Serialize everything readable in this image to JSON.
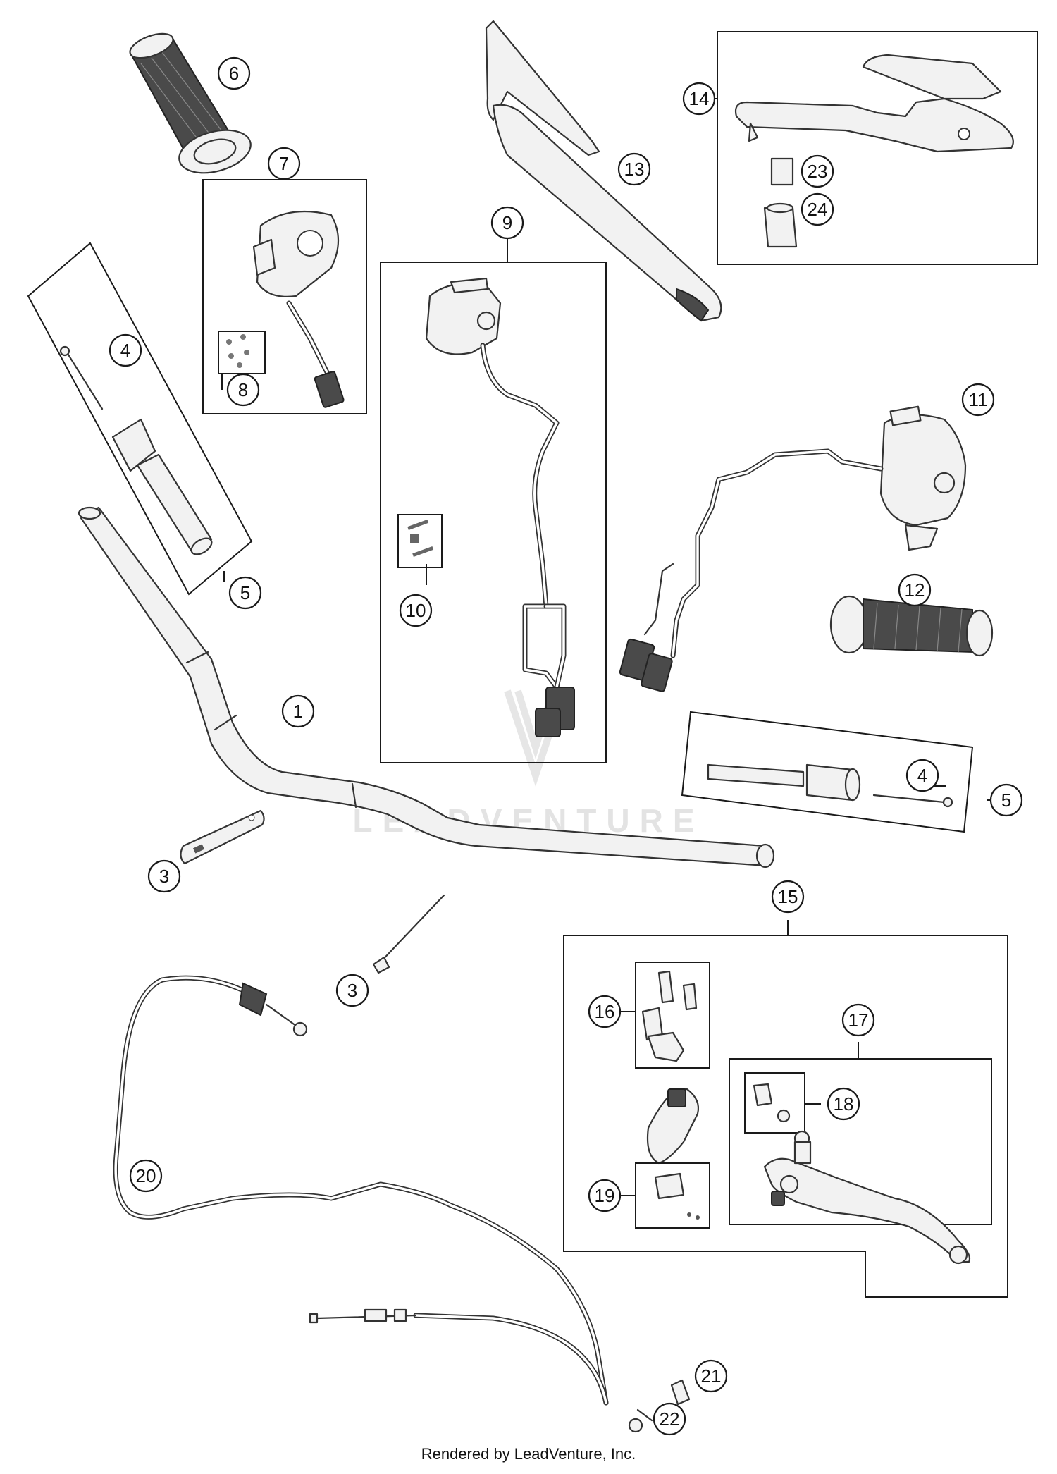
{
  "diagram": {
    "callouts": {
      "c1": "1",
      "c3a": "3",
      "c3b": "3",
      "c4a": "4",
      "c4b": "4",
      "c5a": "5",
      "c5b": "5",
      "c6": "6",
      "c7": "7",
      "c8": "8",
      "c9": "9",
      "c10": "10",
      "c11": "11",
      "c12": "12",
      "c13": "13",
      "c14": "14",
      "c15": "15",
      "c16": "16",
      "c17": "17",
      "c18": "18",
      "c19": "19",
      "c20": "20",
      "c21": "21",
      "c22": "22",
      "c23": "23",
      "c24": "24"
    },
    "watermark": "LEADVENTURE",
    "footer": "Rendered by LeadVenture, Inc."
  }
}
